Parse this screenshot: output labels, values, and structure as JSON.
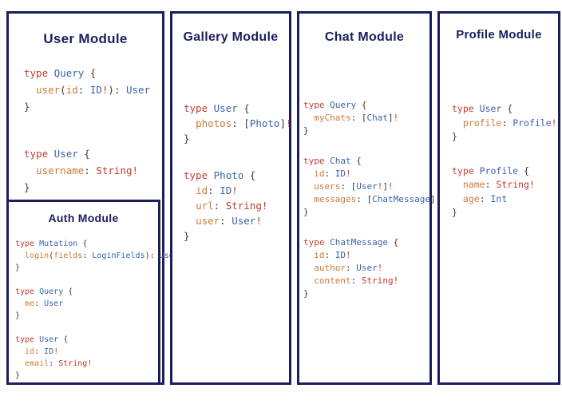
{
  "colors": {
    "navy": "#1b1f5e",
    "keyword-red": "#bf4036",
    "type-blue": "#3a63ad",
    "field-orange": "#ce7a36",
    "string-red": "#c0392f",
    "bang-red": "#c0392f",
    "punct-dark": "#3b3b3b",
    "background": "#ffffff"
  },
  "modules": {
    "user": {
      "title": "User Module",
      "blocks": [
        {
          "lines": [
            [
              [
                "kw",
                "type"
              ],
              [
                "pl",
                " "
              ],
              [
                "ty",
                "Query"
              ],
              [
                "pl",
                " {"
              ]
            ],
            [
              [
                "pl",
                "  "
              ],
              [
                "fd",
                "user"
              ],
              [
                "pl",
                "("
              ],
              [
                "fd",
                "id"
              ],
              [
                "pl",
                ": "
              ],
              [
                "ty",
                "ID"
              ],
              [
                "bang",
                "!"
              ],
              [
                "pl",
                "): "
              ],
              [
                "ty",
                "User"
              ]
            ],
            [
              [
                "pl",
                "}"
              ]
            ]
          ]
        },
        {
          "lines": [
            [
              [
                "kw",
                "type"
              ],
              [
                "pl",
                " "
              ],
              [
                "ty",
                "User"
              ],
              [
                "pl",
                " {"
              ]
            ],
            [
              [
                "pl",
                "  "
              ],
              [
                "fd",
                "username"
              ],
              [
                "pl",
                ": "
              ],
              [
                "str",
                "String"
              ],
              [
                "bang",
                "!"
              ]
            ],
            [
              [
                "pl",
                "}"
              ]
            ]
          ]
        }
      ]
    },
    "auth": {
      "title": "Auth Module",
      "blocks": [
        {
          "lines": [
            [
              [
                "kw",
                "type"
              ],
              [
                "pl",
                " "
              ],
              [
                "ty",
                "Mutation"
              ],
              [
                "pl",
                " {"
              ]
            ],
            [
              [
                "pl",
                "  "
              ],
              [
                "fd",
                "login"
              ],
              [
                "pl",
                "("
              ],
              [
                "fd",
                "fields"
              ],
              [
                "pl",
                ": "
              ],
              [
                "ty",
                "LoginFields"
              ],
              [
                "pl",
                "): "
              ],
              [
                "ty",
                "User"
              ]
            ],
            [
              [
                "pl",
                "}"
              ]
            ]
          ]
        },
        {
          "lines": [
            [
              [
                "kw",
                "type"
              ],
              [
                "pl",
                " "
              ],
              [
                "ty",
                "Query"
              ],
              [
                "pl",
                " {"
              ]
            ],
            [
              [
                "pl",
                "  "
              ],
              [
                "fd",
                "me"
              ],
              [
                "pl",
                ": "
              ],
              [
                "ty",
                "User"
              ]
            ],
            [
              [
                "pl",
                "}"
              ]
            ]
          ]
        },
        {
          "lines": [
            [
              [
                "kw",
                "type"
              ],
              [
                "pl",
                " "
              ],
              [
                "ty",
                "User"
              ],
              [
                "pl",
                " {"
              ]
            ],
            [
              [
                "pl",
                "  "
              ],
              [
                "fd",
                "id"
              ],
              [
                "pl",
                ": "
              ],
              [
                "ty",
                "ID"
              ],
              [
                "bang",
                "!"
              ]
            ],
            [
              [
                "pl",
                "  "
              ],
              [
                "fd",
                "email"
              ],
              [
                "pl",
                ": "
              ],
              [
                "str",
                "String"
              ],
              [
                "bang",
                "!"
              ]
            ],
            [
              [
                "pl",
                "}"
              ]
            ]
          ]
        }
      ]
    },
    "gallery": {
      "title": "Gallery Module",
      "blocks": [
        {
          "lines": [
            [
              [
                "kw",
                "type"
              ],
              [
                "pl",
                " "
              ],
              [
                "ty",
                "User"
              ],
              [
                "pl",
                " {"
              ]
            ],
            [
              [
                "pl",
                "  "
              ],
              [
                "fd",
                "photos"
              ],
              [
                "pl",
                ": ["
              ],
              [
                "ty",
                "Photo"
              ],
              [
                "pl",
                "]"
              ],
              [
                "bang",
                "!"
              ]
            ],
            [
              [
                "pl",
                "}"
              ]
            ]
          ]
        },
        {
          "lines": [
            [
              [
                "kw",
                "type"
              ],
              [
                "pl",
                " "
              ],
              [
                "ty",
                "Photo"
              ],
              [
                "pl",
                " {"
              ]
            ],
            [
              [
                "pl",
                "  "
              ],
              [
                "fd",
                "id"
              ],
              [
                "pl",
                ": "
              ],
              [
                "ty",
                "ID"
              ],
              [
                "bang",
                "!"
              ]
            ],
            [
              [
                "pl",
                "  "
              ],
              [
                "fd",
                "url"
              ],
              [
                "pl",
                ": "
              ],
              [
                "str",
                "String"
              ],
              [
                "bang",
                "!"
              ]
            ],
            [
              [
                "pl",
                "  "
              ],
              [
                "fd",
                "user"
              ],
              [
                "pl",
                ": "
              ],
              [
                "ty",
                "User"
              ],
              [
                "bang",
                "!"
              ]
            ],
            [
              [
                "pl",
                "}"
              ]
            ]
          ]
        }
      ]
    },
    "chat": {
      "title": "Chat Module",
      "blocks": [
        {
          "lines": [
            [
              [
                "kw",
                "type"
              ],
              [
                "pl",
                " "
              ],
              [
                "ty",
                "Query"
              ],
              [
                "pl",
                " {"
              ]
            ],
            [
              [
                "pl",
                "  "
              ],
              [
                "fd",
                "myChats"
              ],
              [
                "pl",
                ": ["
              ],
              [
                "ty",
                "Chat"
              ],
              [
                "pl",
                "]"
              ],
              [
                "bang",
                "!"
              ]
            ],
            [
              [
                "pl",
                "}"
              ]
            ]
          ]
        },
        {
          "lines": [
            [
              [
                "kw",
                "type"
              ],
              [
                "pl",
                " "
              ],
              [
                "ty",
                "Chat"
              ],
              [
                "pl",
                " {"
              ]
            ],
            [
              [
                "pl",
                "  "
              ],
              [
                "fd",
                "id"
              ],
              [
                "pl",
                ": "
              ],
              [
                "ty",
                "ID"
              ],
              [
                "bang",
                "!"
              ]
            ],
            [
              [
                "pl",
                "  "
              ],
              [
                "fd",
                "users"
              ],
              [
                "pl",
                ": ["
              ],
              [
                "ty",
                "User"
              ],
              [
                "bang",
                "!"
              ],
              [
                "pl",
                "]"
              ],
              [
                "bang",
                "!"
              ]
            ],
            [
              [
                "pl",
                "  "
              ],
              [
                "fd",
                "messages"
              ],
              [
                "pl",
                ": ["
              ],
              [
                "ty",
                "ChatMessage"
              ],
              [
                "pl",
                "]"
              ],
              [
                "bang",
                "!"
              ]
            ],
            [
              [
                "pl",
                "}"
              ]
            ]
          ]
        },
        {
          "lines": [
            [
              [
                "kw",
                "type"
              ],
              [
                "pl",
                " "
              ],
              [
                "ty",
                "ChatMessage"
              ],
              [
                "pl",
                " {"
              ]
            ],
            [
              [
                "pl",
                "  "
              ],
              [
                "fd",
                "id"
              ],
              [
                "pl",
                ": "
              ],
              [
                "ty",
                "ID"
              ],
              [
                "bang",
                "!"
              ]
            ],
            [
              [
                "pl",
                "  "
              ],
              [
                "fd",
                "author"
              ],
              [
                "pl",
                ": "
              ],
              [
                "ty",
                "User"
              ],
              [
                "bang",
                "!"
              ]
            ],
            [
              [
                "pl",
                "  "
              ],
              [
                "fd",
                "content"
              ],
              [
                "pl",
                ": "
              ],
              [
                "str",
                "String"
              ],
              [
                "bang",
                "!"
              ]
            ],
            [
              [
                "pl",
                "}"
              ]
            ]
          ]
        }
      ]
    },
    "profile": {
      "title": "Profile Module",
      "blocks": [
        {
          "lines": [
            [
              [
                "kw",
                "type"
              ],
              [
                "pl",
                " "
              ],
              [
                "ty",
                "User"
              ],
              [
                "pl",
                " {"
              ]
            ],
            [
              [
                "pl",
                "  "
              ],
              [
                "fd",
                "profile"
              ],
              [
                "pl",
                ": "
              ],
              [
                "ty",
                "Profile"
              ],
              [
                "bang",
                "!"
              ]
            ],
            [
              [
                "pl",
                "}"
              ]
            ]
          ]
        },
        {
          "lines": [
            [
              [
                "kw",
                "type"
              ],
              [
                "pl",
                " "
              ],
              [
                "ty",
                "Profile"
              ],
              [
                "pl",
                " {"
              ]
            ],
            [
              [
                "pl",
                "  "
              ],
              [
                "fd",
                "name"
              ],
              [
                "pl",
                ": "
              ],
              [
                "str",
                "String"
              ],
              [
                "bang",
                "!"
              ]
            ],
            [
              [
                "pl",
                "  "
              ],
              [
                "fd",
                "age"
              ],
              [
                "pl",
                ": "
              ],
              [
                "ty",
                "Int"
              ]
            ],
            [
              [
                "pl",
                "}"
              ]
            ]
          ]
        }
      ]
    }
  }
}
